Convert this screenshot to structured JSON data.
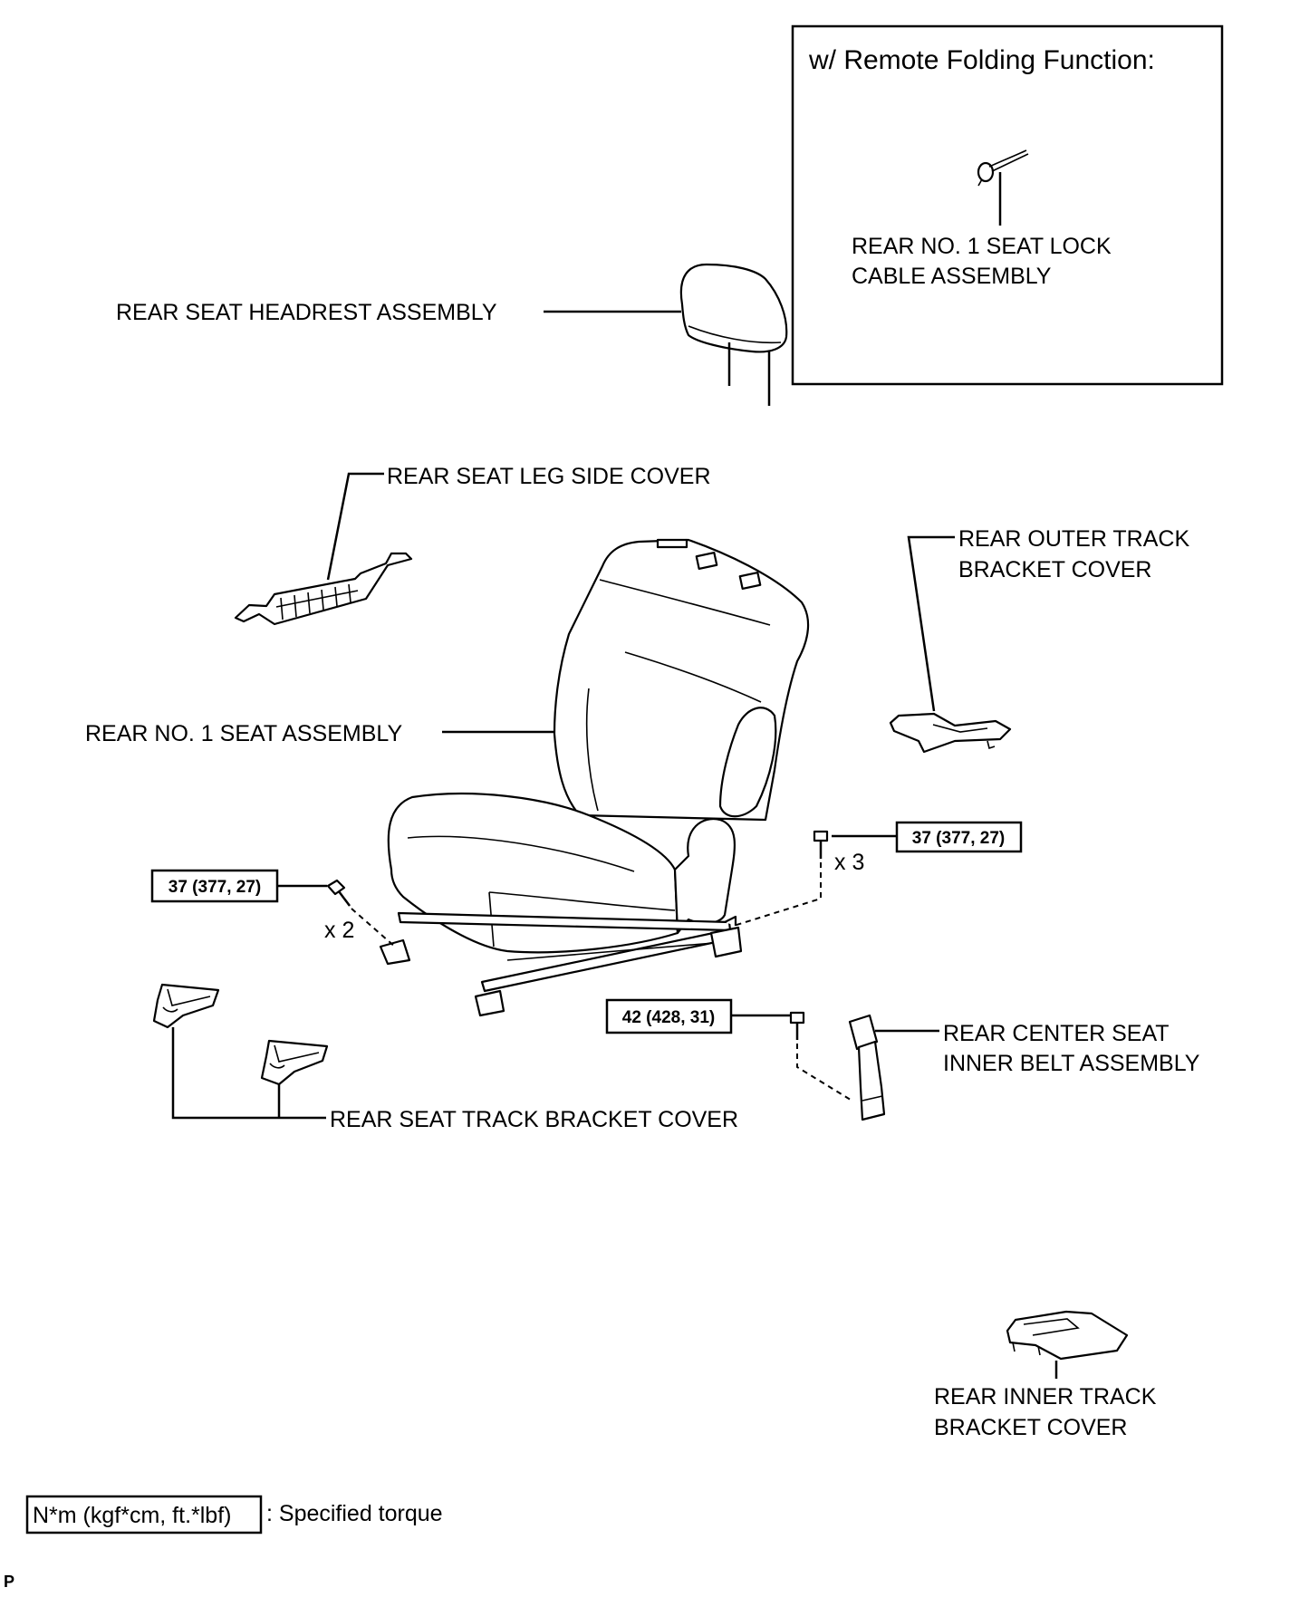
{
  "inset": {
    "title": "w/ Remote Folding Function:",
    "cable_label": [
      "REAR NO. 1 SEAT LOCK",
      "CABLE ASSEMBLY"
    ]
  },
  "parts": {
    "headrest": "REAR SEAT HEADREST ASSEMBLY",
    "leg_side_cover": "REAR SEAT LEG SIDE COVER",
    "outer_track_cover": [
      "REAR OUTER TRACK",
      "BRACKET COVER"
    ],
    "seat_assembly": "REAR NO. 1 SEAT ASSEMBLY",
    "belt_assembly": [
      "REAR CENTER SEAT",
      "INNER BELT ASSEMBLY"
    ],
    "track_bracket_cover": "REAR SEAT TRACK BRACKET COVER",
    "inner_track_cover": [
      "REAR INNER TRACK",
      "BRACKET COVER"
    ]
  },
  "torques": {
    "left": {
      "value": "37 (377, 27)",
      "qty": "x 2"
    },
    "right": {
      "value": "37 (377, 27)",
      "qty": "x 3"
    },
    "belt": {
      "value": "42 (428, 31)"
    }
  },
  "legend": {
    "unit": "N*m (kgf*cm, ft.*lbf)",
    "description": ": Specified torque"
  },
  "footer": {
    "code": "P"
  }
}
